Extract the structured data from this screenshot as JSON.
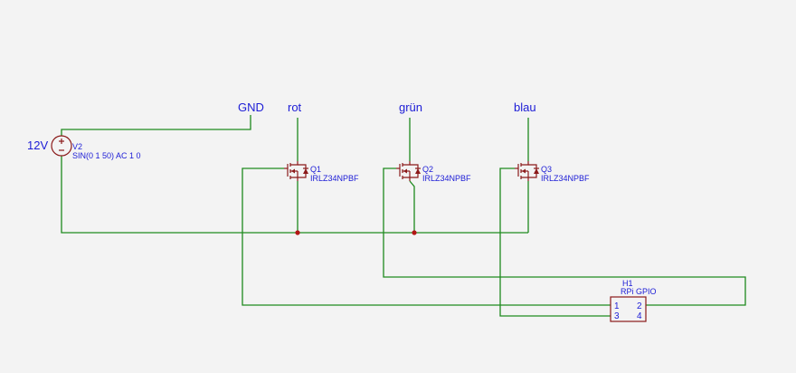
{
  "net_labels": {
    "gnd": "GND",
    "red": "rot",
    "green": "grün",
    "blue": "blau",
    "supply": "12V"
  },
  "source": {
    "ref": "V2",
    "value": "SIN(0 1 50) AC 1 0"
  },
  "transistors": [
    {
      "ref": "Q1",
      "part": "IRLZ34NPBF"
    },
    {
      "ref": "Q2",
      "part": "IRLZ34NPBF"
    },
    {
      "ref": "Q3",
      "part": "IRLZ34NPBF"
    }
  ],
  "header": {
    "ref": "H1",
    "value": "RPi GPIO",
    "pins": [
      "1",
      "2",
      "3",
      "4"
    ]
  },
  "colors": {
    "wire": "#1e8a1e",
    "symbol": "#8b1a1a",
    "label": "#1c1cd6",
    "background": "#f3f3f3"
  }
}
